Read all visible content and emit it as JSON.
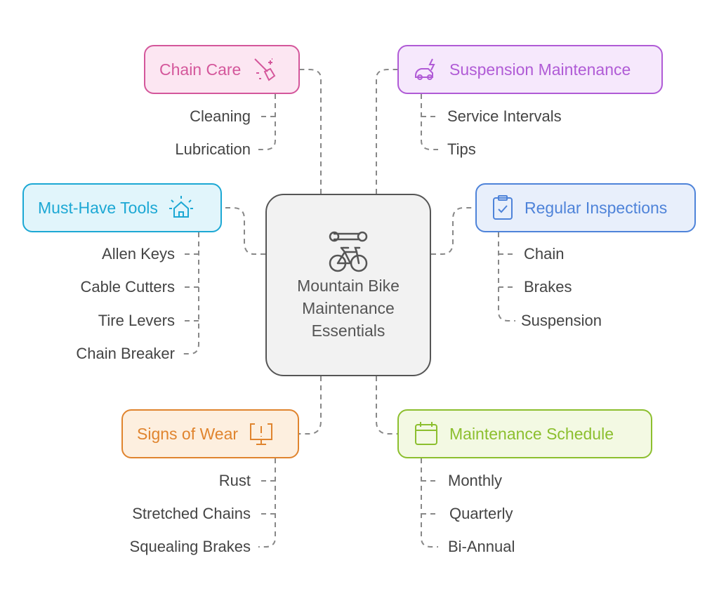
{
  "center": {
    "title": "Mountain Bike Maintenance Essentials",
    "icon": "wrench-bike-icon"
  },
  "branches": [
    {
      "label": "Chain Care",
      "icon": "broom-sparkle-icon",
      "color": "#d4579b",
      "bg": "#fce6f2",
      "items": [
        "Cleaning",
        "Lubrication"
      ]
    },
    {
      "label": "Suspension Maintenance",
      "icon": "shock-car-icon",
      "color": "#b05bd6",
      "bg": "#f6e8fc",
      "items": [
        "Service Intervals",
        "Tips"
      ]
    },
    {
      "label": "Must-Have Tools",
      "icon": "house-light-icon",
      "color": "#1ca8d4",
      "bg": "#e1f5fb",
      "items": [
        "Allen Keys",
        "Cable Cutters",
        "Tire Levers",
        "Chain Breaker"
      ]
    },
    {
      "label": "Regular Inspections",
      "icon": "clipboard-check-icon",
      "color": "#4e83d9",
      "bg": "#e8effb",
      "items": [
        "Chain",
        "Brakes",
        "Suspension"
      ]
    },
    {
      "label": "Signs of Wear",
      "icon": "monitor-alert-icon",
      "color": "#e0842e",
      "bg": "#fdefdf",
      "items": [
        "Rust",
        "Stretched Chains",
        "Squealing Brakes"
      ]
    },
    {
      "label": "Maintenance Schedule",
      "icon": "calendar-icon",
      "color": "#8cbf2e",
      "bg": "#f3f9e3",
      "items": [
        "Monthly",
        "Quarterly",
        "Bi-Annual"
      ]
    }
  ]
}
